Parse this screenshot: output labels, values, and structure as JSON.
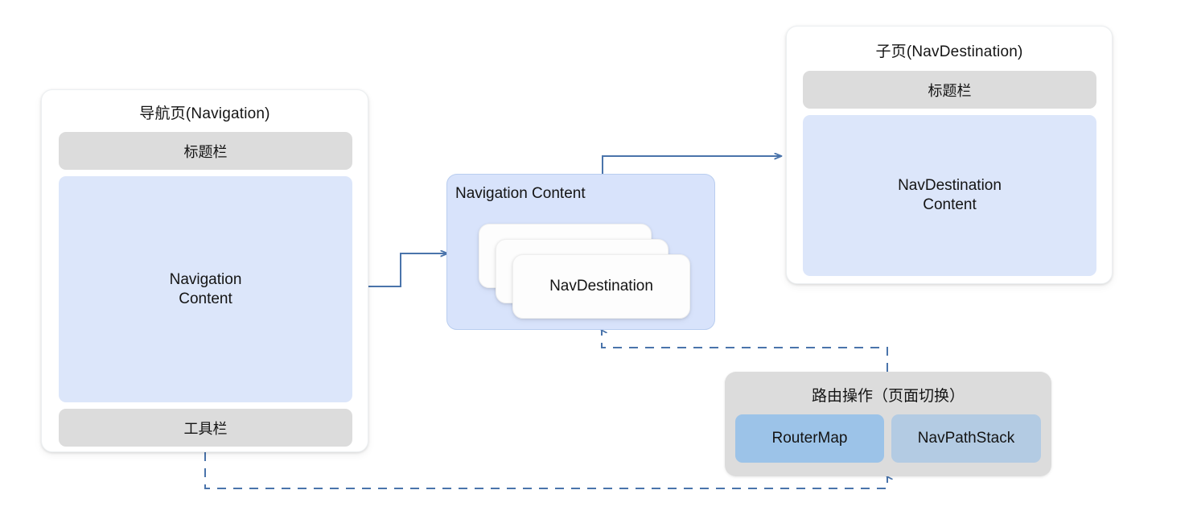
{
  "diagram": {
    "title_hidden": "",
    "colors": {
      "blue_content": "#dce6fa",
      "gray_bar": "#dcdcdc",
      "nav_content_bg": "#d8e3fb",
      "nav_content_border": "#b9cdef",
      "chip_router_map": "#9cc3e8",
      "chip_nav_path_stack": "#b3cbe3",
      "connector": "#4a74ab",
      "card_bg": "#ffffff"
    }
  },
  "navigation_page": {
    "title": "导航页(Navigation)",
    "title_bar": "标题栏",
    "content": "Navigation\nContent",
    "content_line1": "Navigation",
    "content_line2": "Content",
    "tool_bar": "工具栏"
  },
  "navigation_content": {
    "label": "Navigation Content",
    "destinations": [
      {
        "label": ""
      },
      {
        "label": ""
      },
      {
        "label": "NavDestination"
      }
    ]
  },
  "child_page": {
    "title": "子页(NavDestination)",
    "title_bar": "标题栏",
    "content_line1": "NavDestination",
    "content_line2": "Content"
  },
  "router_operation": {
    "title": "路由操作（页面切换）",
    "chips": [
      {
        "label": "RouterMap",
        "color": "#9cc3e8"
      },
      {
        "label": "NavPathStack",
        "color": "#b3cbe3"
      }
    ]
  },
  "connectors": [
    {
      "name": "navigation-to-navigation-content",
      "style": "solid",
      "arrow": "end"
    },
    {
      "name": "navigation-content-to-child-page",
      "style": "solid",
      "arrow": "end"
    },
    {
      "name": "router-operation-to-navigation-content",
      "style": "dashed",
      "arrow": "end"
    },
    {
      "name": "navigation-page-to-router-operation",
      "style": "dashed",
      "arrow": "end"
    }
  ]
}
